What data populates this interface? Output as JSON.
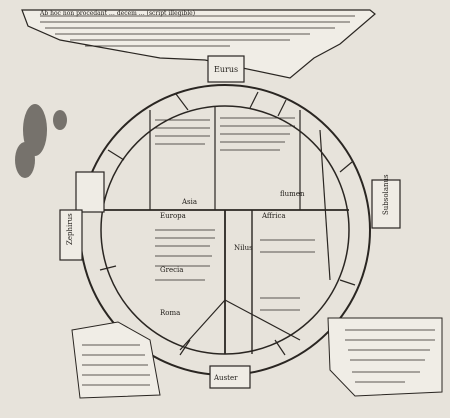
{
  "manuscript": {
    "header_text": "Ab hoc non procedant … decem … (script illegible)",
    "labels": {
      "north": "Eurus",
      "west": "Zephirus",
      "east": "Subsolanus",
      "south": "Auster",
      "asia": "Asia",
      "europa": "Europa",
      "affrica": "Affrica",
      "nilus": "Nilus",
      "roma": "Roma",
      "grecia": "Grecia",
      "flumen": "flumen"
    },
    "colors": {
      "parchment": "#e7e3db",
      "ink": "#1f1c18",
      "stain": "#3a3732"
    }
  }
}
